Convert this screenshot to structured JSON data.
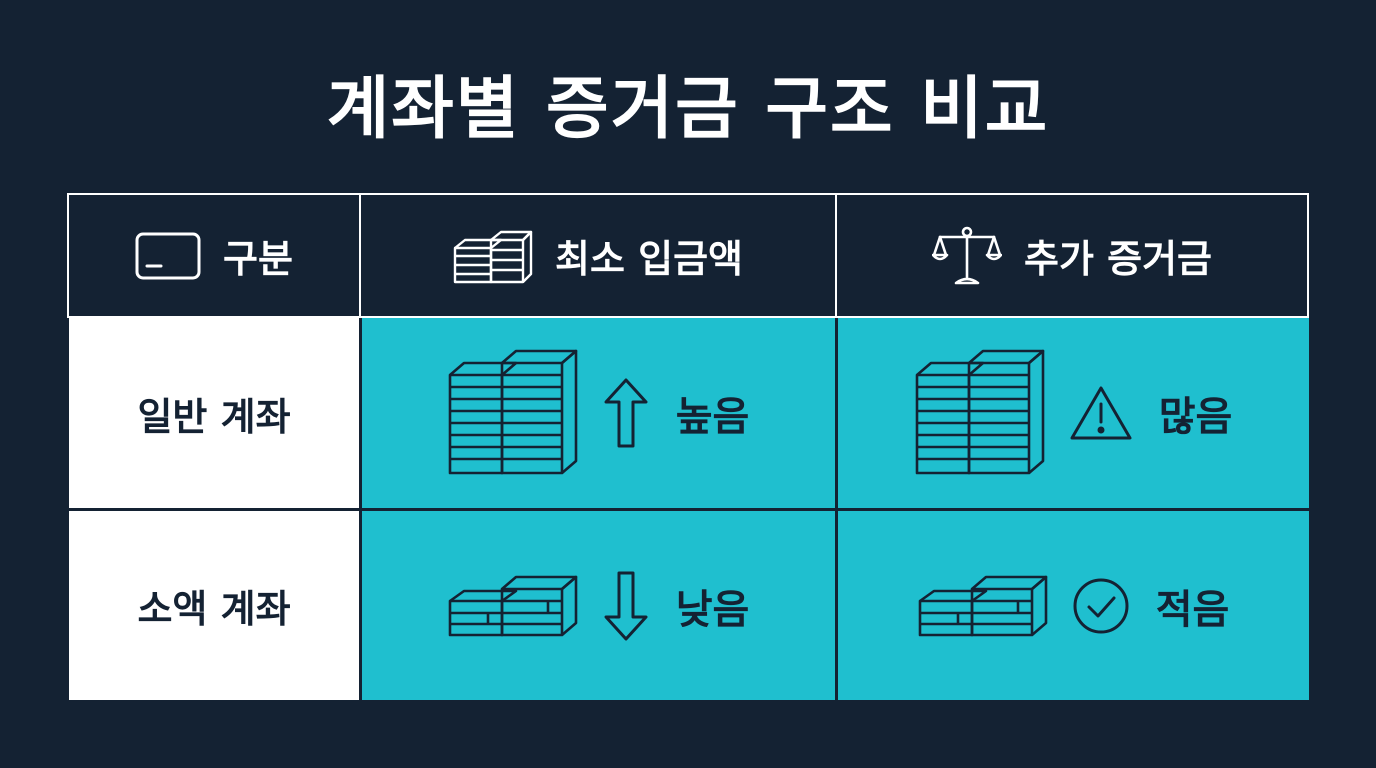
{
  "title": "계좌별 증거금 구조 비교",
  "header": {
    "category": "구분",
    "min_deposit": "최소 입금액",
    "additional_margin": "추가 증거금"
  },
  "rows": [
    {
      "account": "일반 계좌",
      "min_deposit": "높음",
      "min_deposit_indicator": "arrow-up-icon",
      "additional_margin": "많음",
      "additional_margin_indicator": "warning-triangle-icon"
    },
    {
      "account": "소액 계좌",
      "min_deposit": "낮음",
      "min_deposit_indicator": "arrow-down-icon",
      "additional_margin": "적음",
      "additional_margin_indicator": "check-circle-icon"
    }
  ],
  "colors": {
    "background": "#142233",
    "highlight": "#1fbfcf",
    "label_cell": "#ffffff",
    "text_dark": "#142233"
  }
}
